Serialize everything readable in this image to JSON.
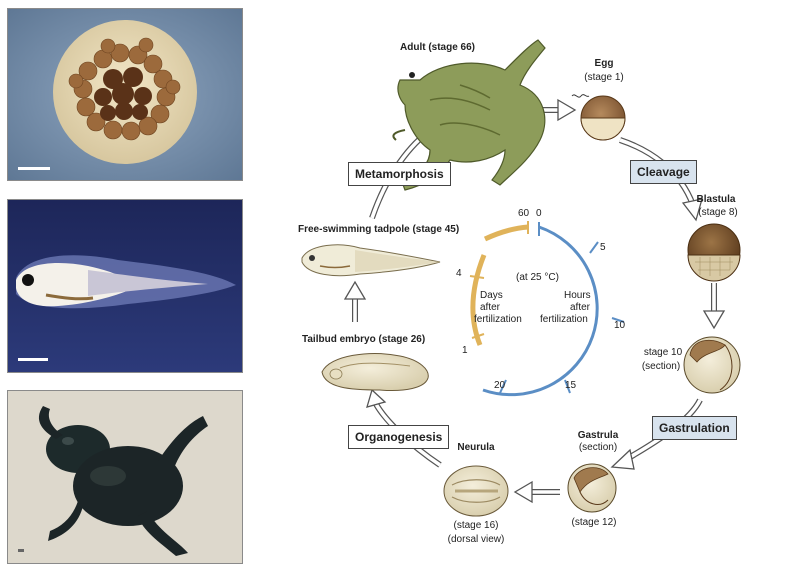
{
  "photos": [
    {
      "name": "egg-photo"
    },
    {
      "name": "tadpole-photo"
    },
    {
      "name": "adult-frog-photo"
    }
  ],
  "stages": {
    "adult": {
      "title": "Adult (stage 66)"
    },
    "egg": {
      "title": "Egg",
      "stage": "(stage 1)"
    },
    "blastula": {
      "title": "Blastula",
      "stage": "(stage 8)"
    },
    "stage10": {
      "line1": "stage 10",
      "line2": "(section)"
    },
    "gastrula": {
      "title": "Gastrula",
      "line2": "(section)",
      "stage": "(stage 12)"
    },
    "neurula": {
      "title": "Neurula",
      "stage": "(stage 16)",
      "view": "(dorsal view)"
    },
    "tailbud": {
      "title": "Tailbud embryo (stage 26)"
    },
    "tadpole": {
      "title": "Free-swimming tadpole (stage 45)"
    }
  },
  "processes": {
    "cleavage": "Cleavage",
    "gastrulation": "Gastrulation",
    "organogenesis": "Organogenesis",
    "metamorphosis": "Metamorphosis"
  },
  "clock": {
    "temperature": "(at 25 °C)",
    "days_line1": "Days",
    "days_line2": "after",
    "days_line3": "fertilization",
    "hours_line1": "Hours",
    "hours_line2": "after",
    "hours_line3": "fertilization",
    "hour_ticks": [
      "0",
      "5",
      "10",
      "15",
      "20"
    ],
    "day_ticks": [
      "60",
      "4",
      "1"
    ],
    "hours_color": "#5b8ec5",
    "days_color": "#e0b35a"
  }
}
